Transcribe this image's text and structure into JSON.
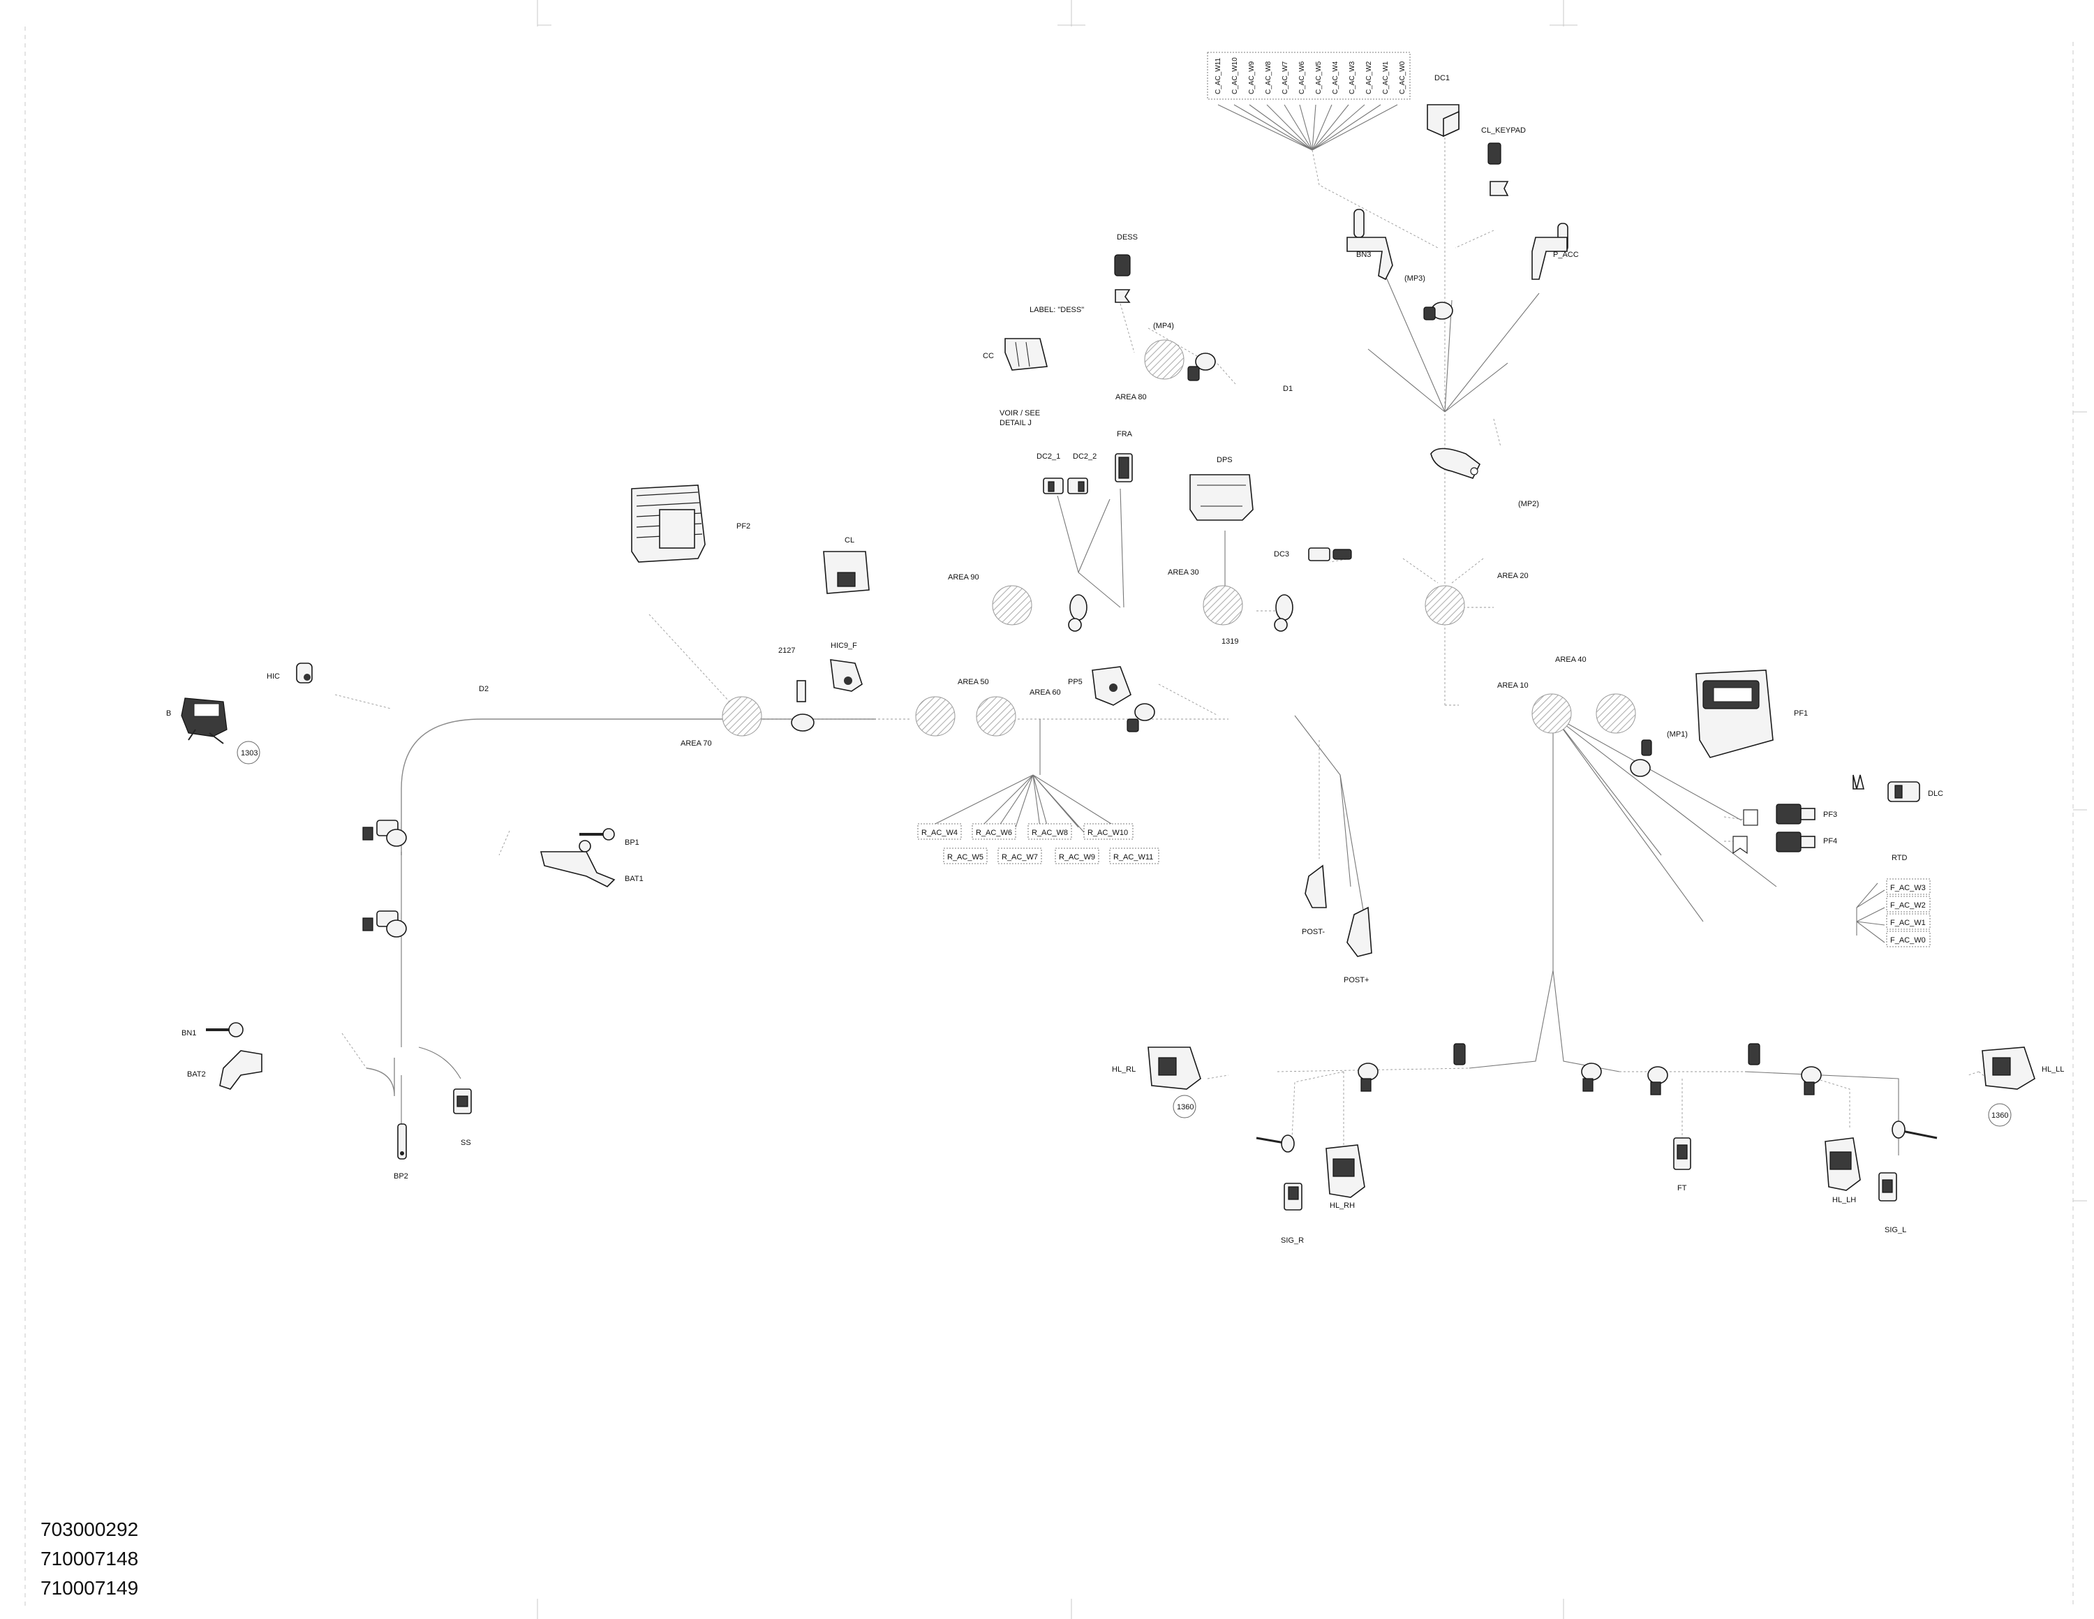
{
  "connectors": {
    "c_ac_w11": "C_AC_W11",
    "c_ac_w10": "C_AC_W10",
    "c_ac_w9": "C_AC_W9",
    "c_ac_w8": "C_AC_W8",
    "c_ac_w7": "C_AC_W7",
    "c_ac_w6": "C_AC_W6",
    "c_ac_w5": "C_AC_W5",
    "c_ac_w4": "C_AC_W4",
    "c_ac_w3": "C_AC_W3",
    "c_ac_w2": "C_AC_W2",
    "c_ac_w1": "C_AC_W1",
    "c_ac_w0": "C_AC_W0",
    "dc1": "DC1",
    "cl_keypad": "CL_KEYPAD",
    "bn3": "BN3",
    "mp3": "(MP3)",
    "p_acc": "P_ACC",
    "dess": "DESS",
    "label_dess": "LABEL: \"DESS\"",
    "mp4": "(MP4)",
    "cc": "CC",
    "area80": "AREA 80",
    "d1": "D1",
    "voir_see": "VOIR / SEE",
    "detail_j": "DETAIL J",
    "dc2_1": "DC2_1",
    "dc2_2": "DC2_2",
    "fra": "FRA",
    "dps": "DPS",
    "mp2": "(MP2)",
    "pf2": "PF2",
    "cl": "CL",
    "area90": "AREA 90",
    "area30": "AREA 30",
    "dc3": "DC3",
    "area20": "AREA 20",
    "num2127": "2127",
    "hic9_f": "HIC9_F",
    "num1319": "1319",
    "hic": "HIC",
    "b": "B",
    "num1303": "1303",
    "d2": "D2",
    "area70": "AREA 70",
    "area50": "AREA 50",
    "area60": "AREA 60",
    "pp5": "PP5",
    "area40": "AREA 40",
    "area10": "AREA 10",
    "pf1": "PF1",
    "mp1": "(MP1)",
    "dlc": "DLC",
    "pf3": "PF3",
    "pf4": "PF4",
    "r_ac_w4": "R_AC_W4",
    "r_ac_w6": "R_AC_W6",
    "r_ac_w8": "R_AC_W8",
    "r_ac_w10": "R_AC_W10",
    "r_ac_w5": "R_AC_W5",
    "r_ac_w7": "R_AC_W7",
    "r_ac_w9": "R_AC_W9",
    "r_ac_w11": "R_AC_W11",
    "bp1": "BP1",
    "bat1": "BAT1",
    "rtd": "RTD",
    "f_ac_w3": "F_AC_W3",
    "f_ac_w2": "F_AC_W2",
    "f_ac_w1": "F_AC_W1",
    "f_ac_w0": "F_AC_W0",
    "post_minus": "POST-",
    "post_plus": "POST+",
    "bn1": "BN1",
    "bat2": "BAT2",
    "ss": "SS",
    "bp2": "BP2",
    "hl_rl": "HL_RL",
    "num1360_left": "1360",
    "hl_rh": "HL_RH",
    "sig_r": "SIG_R",
    "ft": "FT",
    "hl_lh": "HL_LH",
    "sig_l": "SIG_L",
    "hl_ll": "HL_LL",
    "num1360_right": "1360"
  },
  "part_numbers": [
    "703000292",
    "710007148",
    "710007149"
  ]
}
